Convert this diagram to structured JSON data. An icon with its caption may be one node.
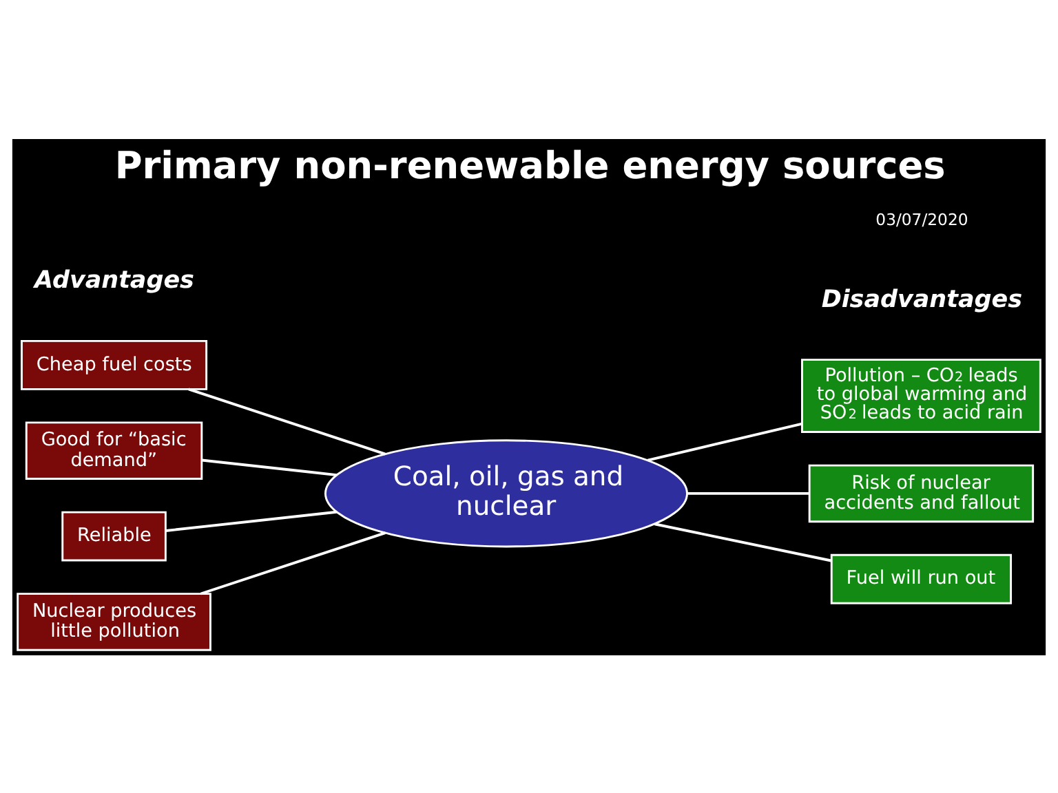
{
  "diagram": {
    "title": "Primary non-renewable energy sources",
    "nodes": [
      {
        "text": [
          "Cheap fuel costs"
        ]
      },
      {
        "text": [
          "Good for “basic demand”"
        ]
      },
      {
        "text": [
          "Reliable"
        ]
      },
      {
        "text": [
          "Nuclear produces little pollution"
        ]
      },
      {
        "text": [
          "Coal, oil, gas and nuclear"
        ]
      },
      {
        "text": [
          "Pollution – CO$_{2}$ leads to global warming and SO$_{2}$ leads to acid rain"
        ]
      },
      {
        "text": [
          "Risk of nuclear accidents and fallout"
        ]
      },
      {
        "text": [
          "Fuel will run out"
        ]
      }
    ],
    "edges": [
      {
        "from": 0,
        "to": 4,
        "arrow": "none"
      },
      {
        "from": 1,
        "to": 4,
        "arrow": "none"
      },
      {
        "from": 2,
        "to": 4,
        "arrow": "none"
      },
      {
        "from": 3,
        "to": 4,
        "arrow": "none"
      },
      {
        "from": 4,
        "to": 5,
        "arrow": "none"
      },
      {
        "from": 4,
        "to": 6,
        "arrow": "none"
      },
      {
        "from": 4,
        "to": 7,
        "arrow": "none"
      }
    ],
    "labels": [
      "03/07/2020",
      "Advantages",
      "Disadvantages"
    ]
  }
}
